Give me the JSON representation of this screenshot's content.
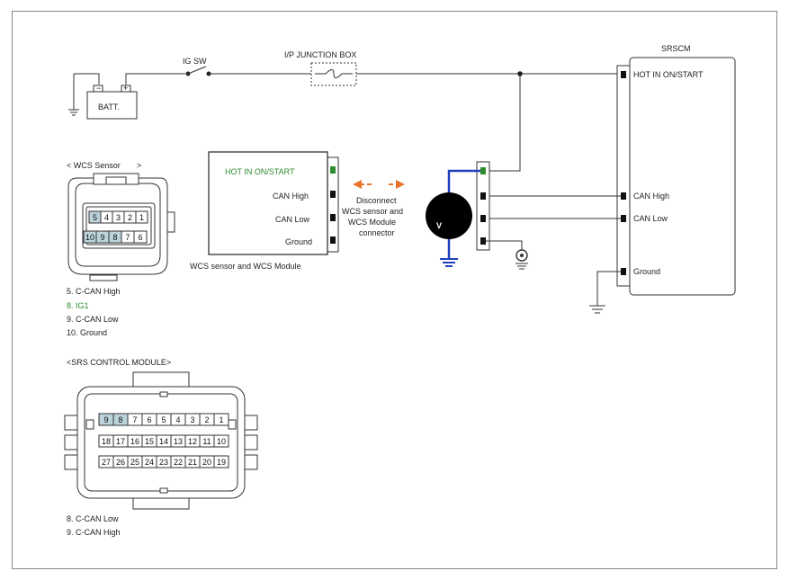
{
  "labels": {
    "ig_sw": "IG SW",
    "ip_junction_box": "I/P JUNCTION BOX",
    "batt": "BATT.",
    "srscm": "SRSCM",
    "srscm_hot": "HOT IN ON/START",
    "srscm_can_high": "CAN High",
    "srscm_can_low": "CAN Low",
    "srscm_ground": "Ground",
    "module_hot": "HOT IN ON/START",
    "module_can_high": "CAN High",
    "module_can_low": "CAN Low",
    "module_ground": "Ground",
    "module_caption": "WCS sensor and WCS Module",
    "disconnect_1": "Disconnect",
    "disconnect_2": "WCS sensor and",
    "disconnect_3": "WCS Module",
    "disconnect_4": "connector",
    "voltmeter": "V"
  },
  "wcs_sensor": {
    "title": "< WCS Sensor",
    "title_end": ">",
    "row1": [
      "5",
      "4",
      "3",
      "2",
      "1"
    ],
    "row2": [
      "10",
      "9",
      "8",
      "7",
      "6"
    ],
    "legend": [
      "5. C-CAN High",
      "8. IG1",
      "9. C-CAN Low",
      "10. Ground"
    ]
  },
  "srs_module": {
    "title": "<SRS CONTROL MODULE>",
    "row1": [
      "9",
      "8",
      "7",
      "6",
      "5",
      "4",
      "3",
      "2",
      "1"
    ],
    "row2": [
      "18",
      "17",
      "16",
      "15",
      "14",
      "13",
      "12",
      "11",
      "10"
    ],
    "row3": [
      "27",
      "26",
      "25",
      "24",
      "23",
      "22",
      "21",
      "20",
      "19"
    ],
    "legend": [
      "8. C-CAN Low",
      "9. C-CAN High"
    ]
  },
  "colors": {
    "highlight": "#2e8b2e",
    "accent": "#e8732a",
    "probe": "#1f3fbf",
    "pin_fill": "#bcd3dc"
  }
}
